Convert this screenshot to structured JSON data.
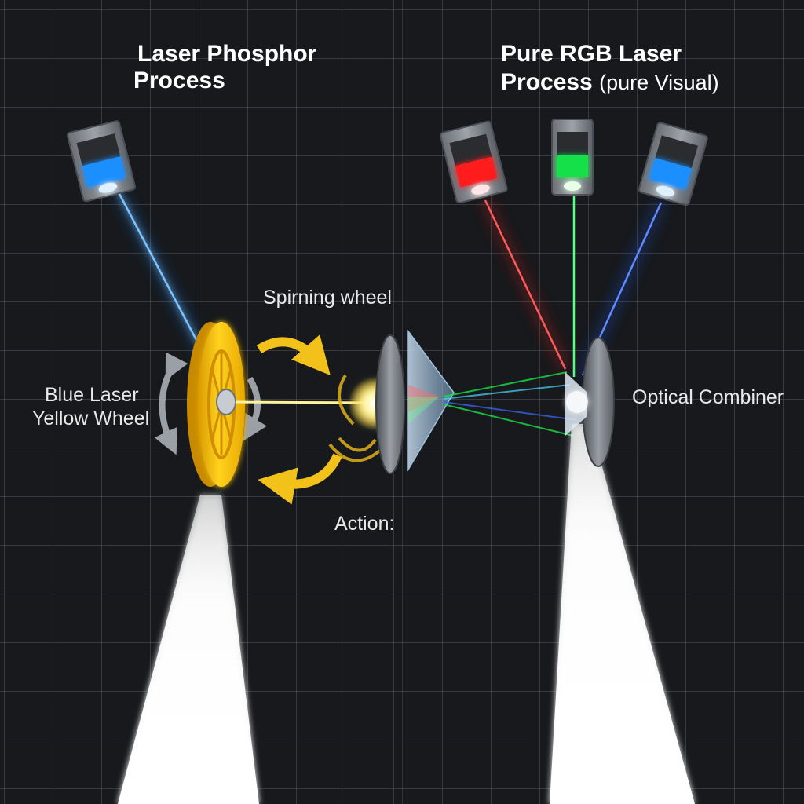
{
  "left_panel": {
    "title_line1": "Laser Phosphor",
    "title_line2": "Process",
    "label_source": "Blue Laser",
    "label_wheel": "Yellow Wheel",
    "label_spin": "Spirning wheel",
    "label_action": "Action:"
  },
  "right_panel": {
    "title_line1": "Pure RGB Laser",
    "title_line2": "Process",
    "title_suffix": "(pure Visual)",
    "label_combiner": "Optical Combiner"
  },
  "colors": {
    "background": "#17191c",
    "laser_blue": "#1e8cff",
    "laser_red": "#ff1e1e",
    "laser_green": "#19e04a",
    "phosphor_yellow": "#f5c20f",
    "white_light": "#ffffff"
  }
}
